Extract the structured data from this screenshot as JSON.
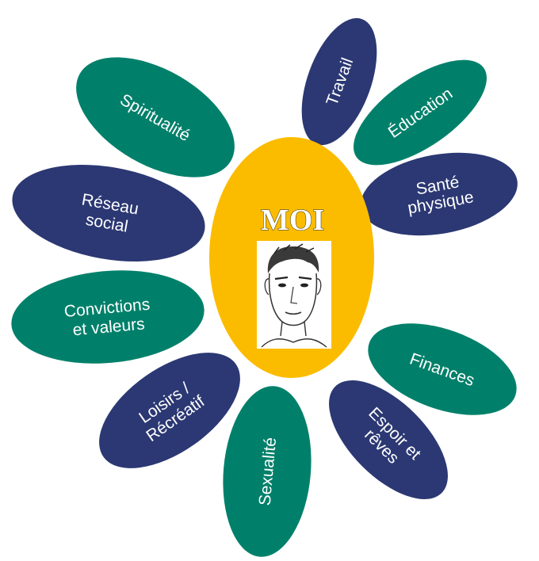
{
  "center": {
    "title": "MOI",
    "portrait": "face-sketch",
    "color": "#fbbc00"
  },
  "colors": {
    "navy": "#2b3873",
    "teal": "#00806a",
    "text": "#ffffff"
  },
  "petals": [
    {
      "key": "travail",
      "lines": [
        "Travail"
      ],
      "color": "navy"
    },
    {
      "key": "education",
      "lines": [
        "Éducation"
      ],
      "color": "teal"
    },
    {
      "key": "sante",
      "lines": [
        "Santé",
        "physique"
      ],
      "color": "navy"
    },
    {
      "key": "finances",
      "lines": [
        "Finances"
      ],
      "color": "teal"
    },
    {
      "key": "espoir",
      "lines": [
        "Espoir et",
        "rêves"
      ],
      "color": "navy"
    },
    {
      "key": "sexualite",
      "lines": [
        "Sexualité"
      ],
      "color": "teal"
    },
    {
      "key": "loisirs",
      "lines": [
        "Loisirs /",
        "Récréatif"
      ],
      "color": "navy"
    },
    {
      "key": "convictions",
      "lines": [
        "Convictions",
        "et valeurs"
      ],
      "color": "teal"
    },
    {
      "key": "reseau",
      "lines": [
        "Réseau",
        "social"
      ],
      "color": "navy"
    },
    {
      "key": "spiritualite",
      "lines": [
        "Spiritualité"
      ],
      "color": "teal"
    }
  ]
}
